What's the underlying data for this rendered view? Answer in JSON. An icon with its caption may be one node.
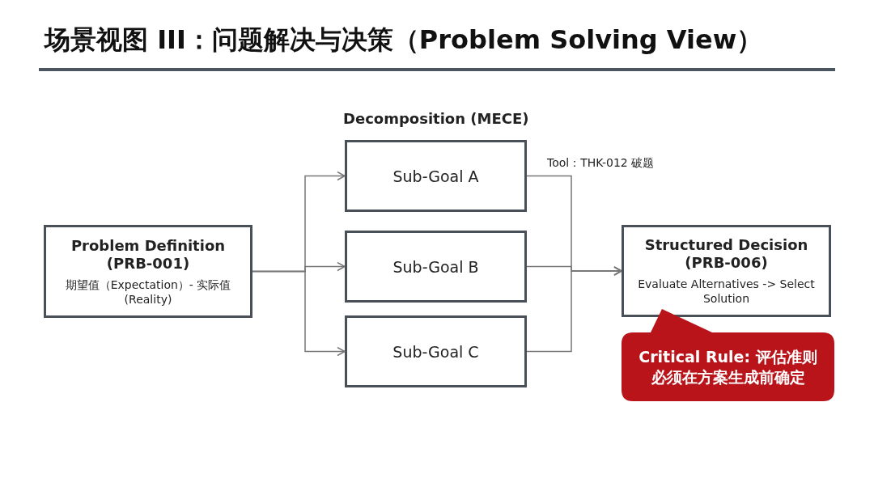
{
  "diagram": {
    "title": "场景视图 III：问题解决与决策（Problem Solving View）",
    "nodes": [
      {
        "text": [
          "Problem Definition (PRB-001)",
          "期望值（Expectation）- 实际值 (Reality)"
        ]
      },
      {
        "text": [
          "Sub-Goal A"
        ]
      },
      {
        "text": [
          "Sub-Goal B"
        ]
      },
      {
        "text": [
          "Sub-Goal C"
        ]
      },
      {
        "text": [
          "Structured Decision (PRB-006)",
          "Evaluate Alternatives -> Select Solution"
        ]
      },
      {
        "text": [
          "Critical Rule: 评估准则必须在方案生成前确定"
        ]
      }
    ],
    "edges": [
      {
        "from": 0,
        "to": 1,
        "arrow": "to"
      },
      {
        "from": 0,
        "to": 2,
        "arrow": "to"
      },
      {
        "from": 0,
        "to": 3,
        "arrow": "to"
      },
      {
        "from": 1,
        "to": 4,
        "arrow": "to"
      },
      {
        "from": 2,
        "to": 4,
        "arrow": "to"
      },
      {
        "from": 3,
        "to": 4,
        "arrow": "to"
      }
    ],
    "labels": [
      "Decomposition (MECE)",
      "Tool：THK-012 破题"
    ]
  }
}
